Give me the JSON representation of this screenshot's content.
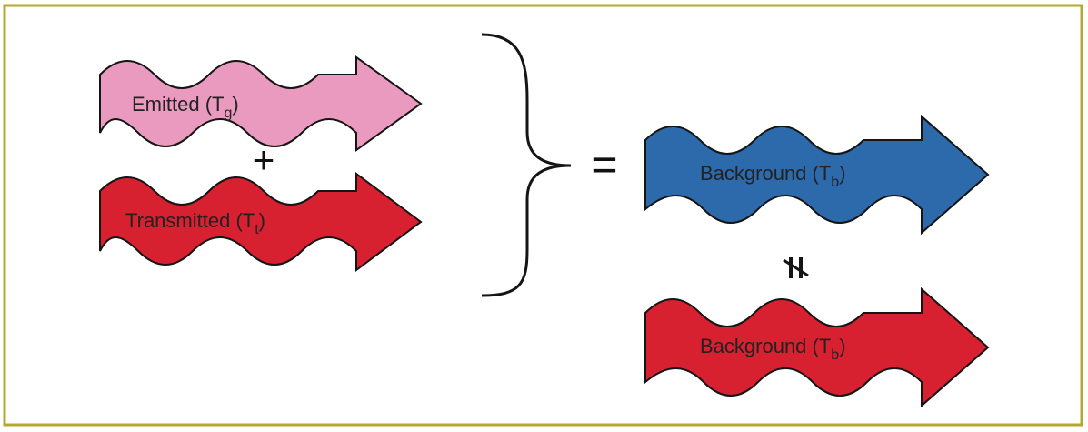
{
  "colors": {
    "frame": "#b5a82f",
    "emitted": "#ea9abf",
    "transmitted": "#d72030",
    "background_blue": "#2d6aab",
    "background_red": "#d72030",
    "outline": "#151515",
    "text": "#222222"
  },
  "arrows": {
    "emitted": {
      "main": "Emitted (T",
      "sub": "g",
      "close": ")"
    },
    "transmitted": {
      "main": "Transmitted (T",
      "sub": "t",
      "close": ")"
    },
    "background_blue": {
      "main": "Background (T",
      "sub": "b",
      "close": ")"
    },
    "background_red": {
      "main": "Background (T",
      "sub": "b",
      "close": ")"
    }
  },
  "operators": {
    "plus": "+",
    "equals": "=",
    "not_equal_icon": "not-equal-symbol"
  }
}
